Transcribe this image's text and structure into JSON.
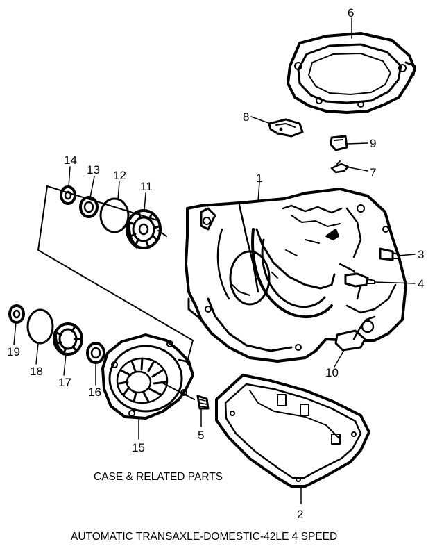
{
  "section_title": "CASE & RELATED PARTS",
  "page_title": "AUTOMATIC TRANSAXLE-DOMESTIC-42LE 4 SPEED",
  "callouts": [
    "1",
    "2",
    "3",
    "4",
    "5",
    "6",
    "7",
    "8",
    "9",
    "10",
    "11",
    "12",
    "13",
    "14",
    "15",
    "16",
    "17",
    "18",
    "19"
  ],
  "colors": {
    "ink": "#000000",
    "background": "#ffffff"
  }
}
